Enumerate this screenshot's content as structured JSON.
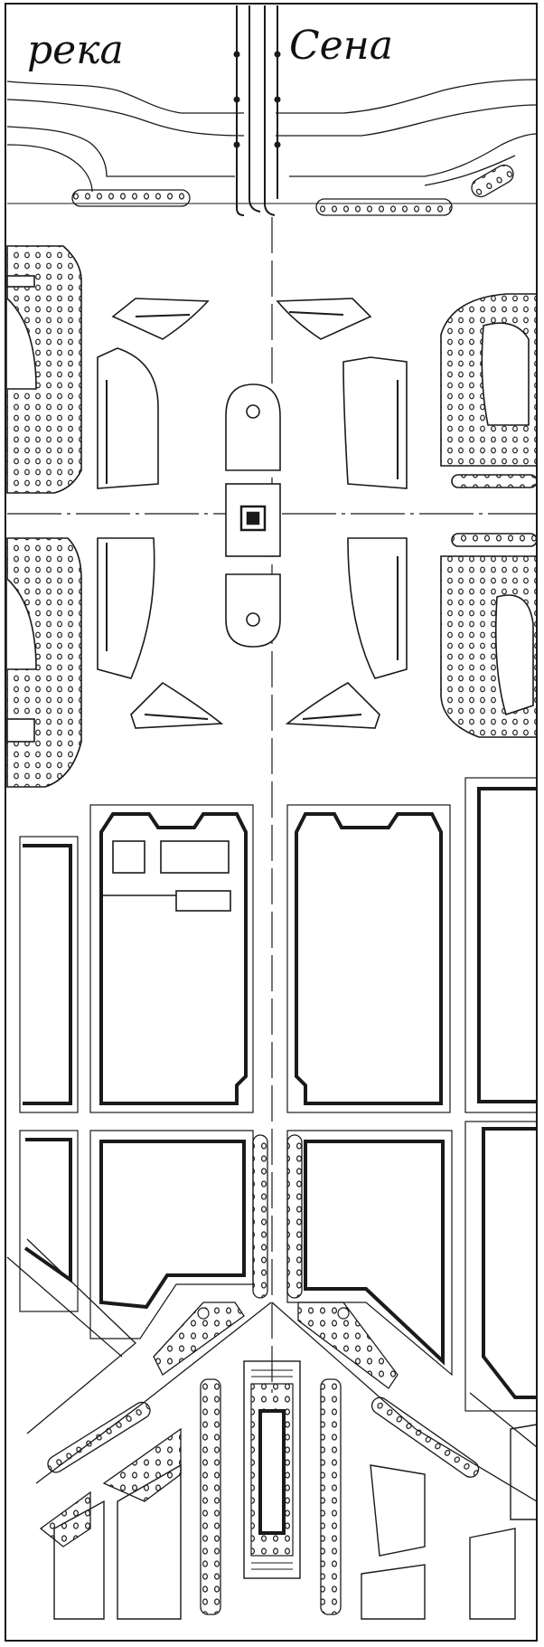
{
  "map": {
    "river_labels": [
      "река",
      "Сена"
    ],
    "colors": {
      "ink": "#1a1a1a",
      "paper": "#ffffff"
    },
    "features": {
      "river": "river-seine",
      "bridges": "bridge-icon",
      "plaza": "central-square",
      "monument": "obelisk-icon",
      "tree_rows": "tree-dot-icon",
      "building_blocks": "city-block"
    }
  }
}
